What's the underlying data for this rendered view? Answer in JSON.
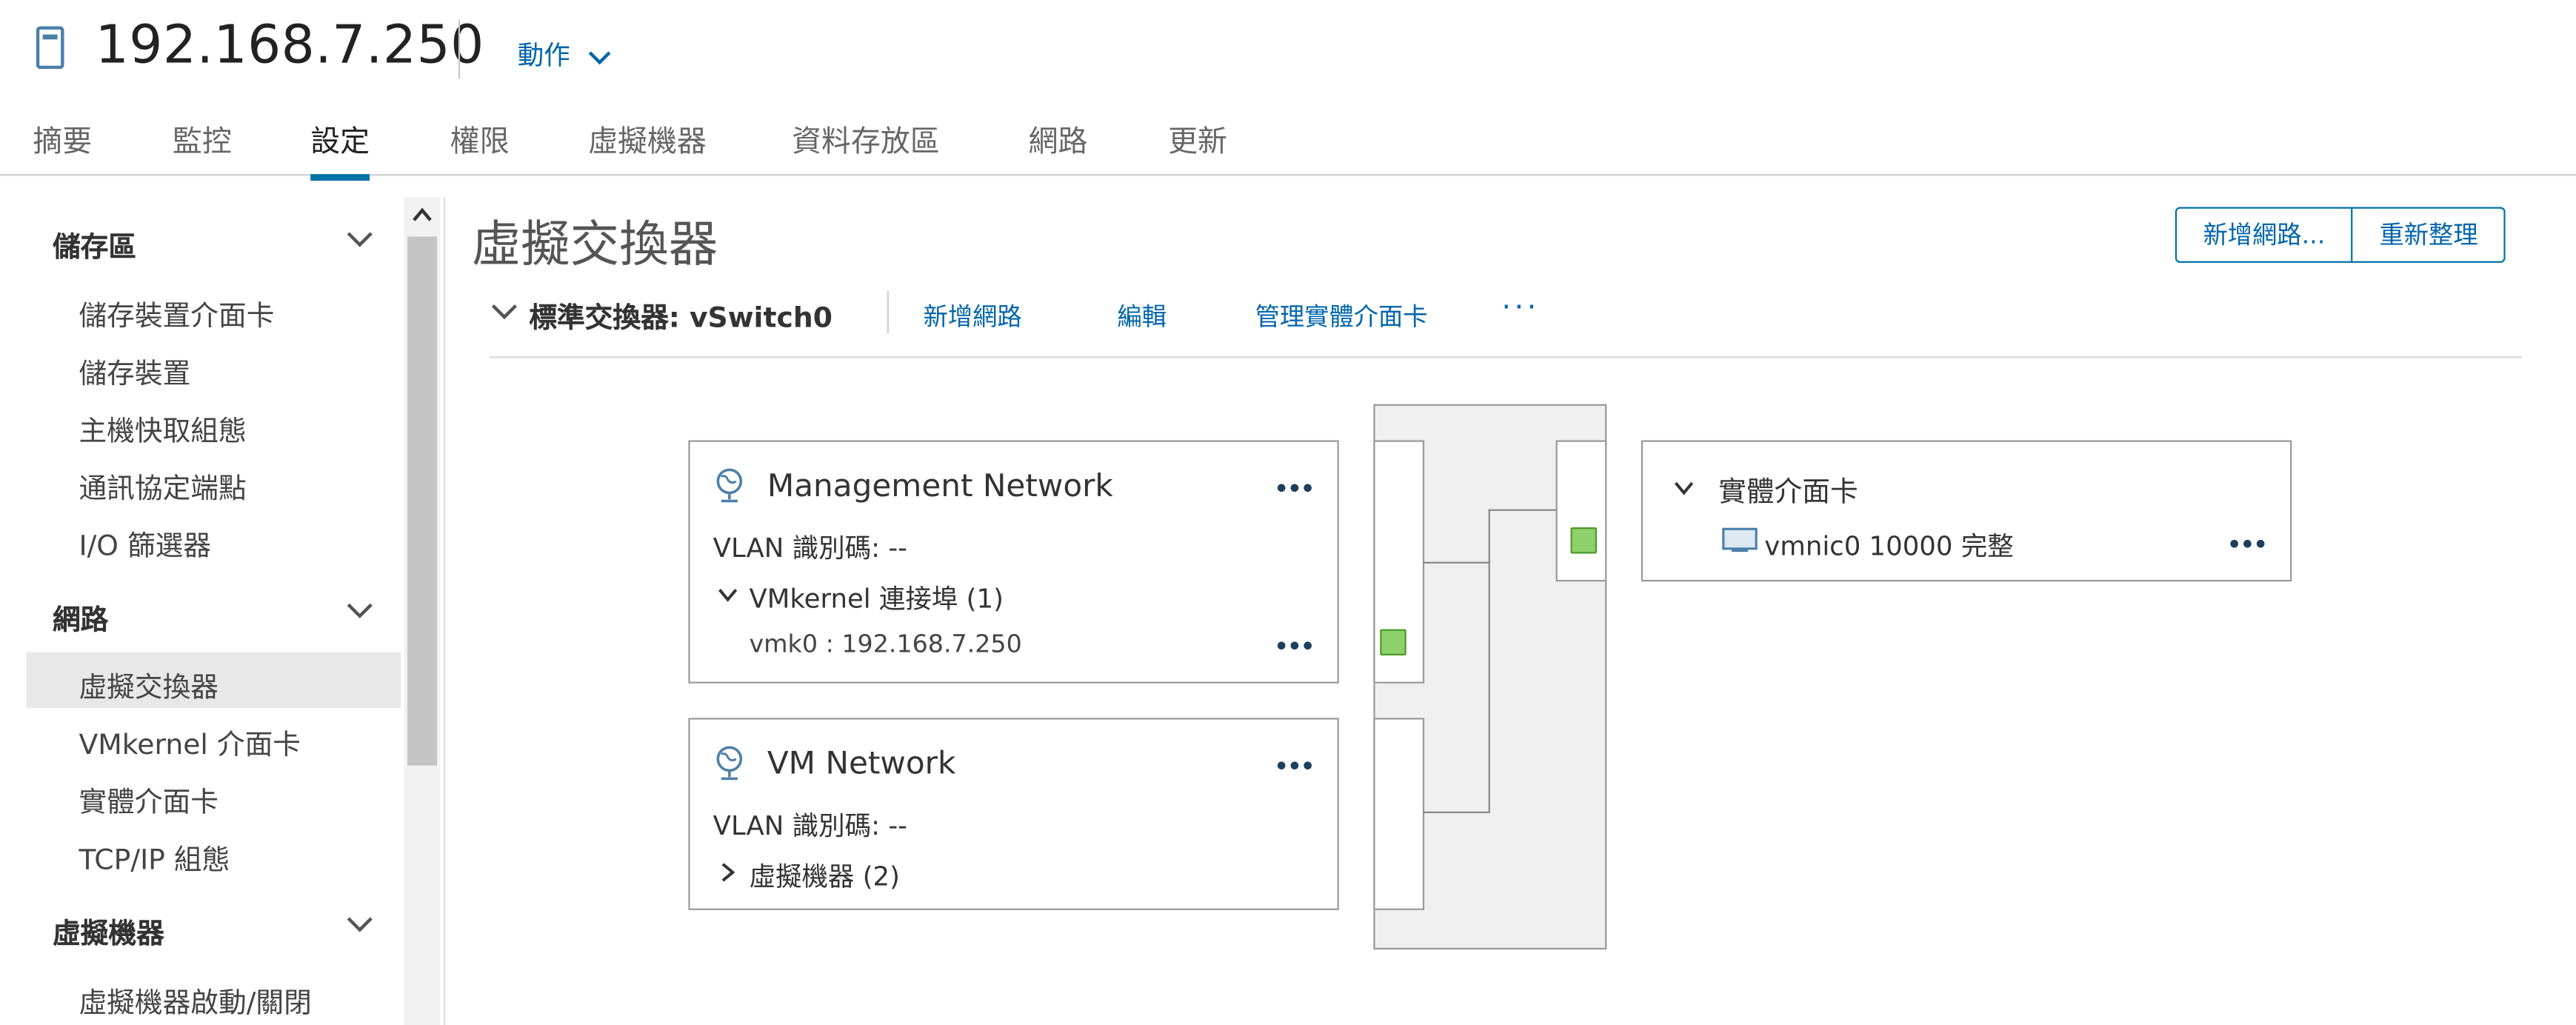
{
  "header": {
    "host": "192.168.7.250",
    "actions_label": "動作",
    "tabs": [
      "摘要",
      "監控",
      "設定",
      "權限",
      "虛擬機器",
      "資料存放區",
      "網路",
      "更新"
    ]
  },
  "sidebar": {
    "groups": [
      {
        "label": "儲存區",
        "items": [
          "儲存裝置介面卡",
          "儲存裝置",
          "主機快取組態",
          "通訊協定端點",
          "I/O 篩選器"
        ]
      },
      {
        "label": "網路",
        "items": [
          "虛擬交換器",
          "VMkernel 介面卡",
          "實體介面卡",
          "TCP/IP 組態"
        ]
      },
      {
        "label": "虛擬機器",
        "items": [
          "虛擬機器啟動/關閉"
        ]
      }
    ],
    "selected": "虛擬交換器"
  },
  "main": {
    "title": "虛擬交換器",
    "buttons": [
      "新增網路...",
      "重新整理"
    ],
    "switch": {
      "title": "標準交換器: vSwitch0",
      "links": [
        "新增網路",
        "編輯",
        "管理實體介面卡"
      ],
      "more": "···"
    },
    "portgroups": [
      {
        "name": "Management Network",
        "vlan": "VLAN 識別碼: --",
        "section": "VMkernel 連接埠 (1)",
        "sub": "vmk0 : 192.168.7.250"
      },
      {
        "name": "VM Network",
        "vlan": "VLAN 識別碼: --",
        "section": "虛擬機器 (2)"
      }
    ],
    "physical": {
      "title": "實體介面卡",
      "nic": "vmnic0 10000 完整"
    }
  },
  "colors": {
    "link": "#0065ab",
    "tab_active": "#0072a3",
    "port_green": "#8ed06b"
  }
}
